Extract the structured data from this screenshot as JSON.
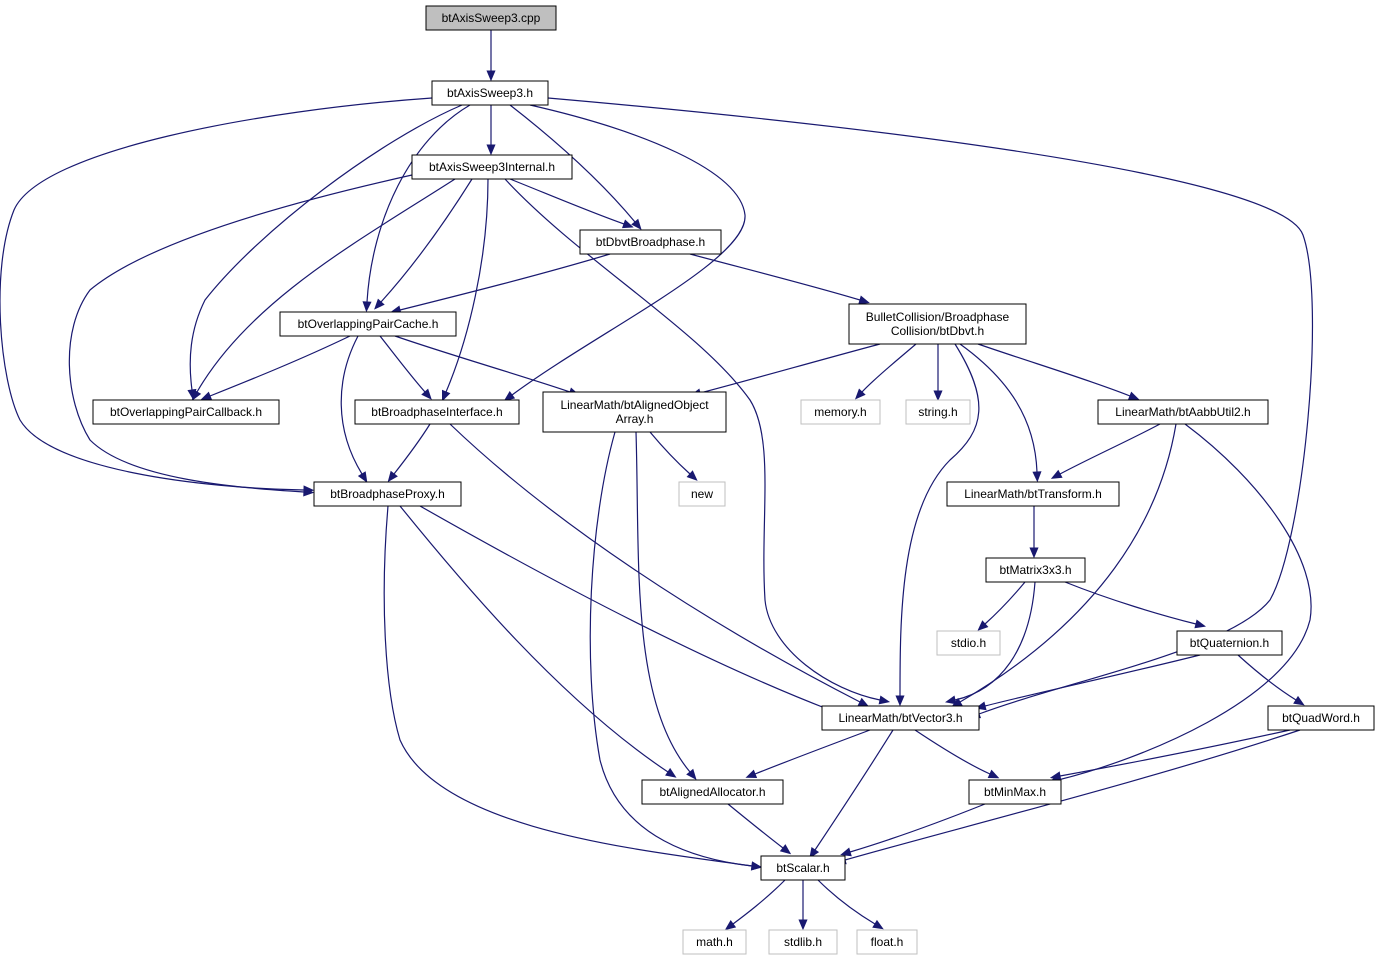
{
  "colors": {
    "edge": "#191970",
    "root_fill": "#bfbfbf",
    "external_border": "#bfbfbf",
    "node_border": "#000000"
  },
  "nodes": [
    {
      "id": "root",
      "lines": [
        "btAxisSweep3.cpp"
      ],
      "kind": "root"
    },
    {
      "id": "sweep3h",
      "lines": [
        "btAxisSweep3.h"
      ],
      "kind": "local"
    },
    {
      "id": "internal",
      "lines": [
        "btAxisSweep3Internal.h"
      ],
      "kind": "local"
    },
    {
      "id": "dbvtbp",
      "lines": [
        "btDbvtBroadphase.h"
      ],
      "kind": "local"
    },
    {
      "id": "opc",
      "lines": [
        "btOverlappingPairCache.h"
      ],
      "kind": "local"
    },
    {
      "id": "dbvt",
      "lines": [
        "BulletCollision/Broadphase",
        "Collision/btDbvt.h"
      ],
      "kind": "local"
    },
    {
      "id": "opcb",
      "lines": [
        "btOverlappingPairCallback.h"
      ],
      "kind": "local"
    },
    {
      "id": "bpi",
      "lines": [
        "btBroadphaseInterface.h"
      ],
      "kind": "local"
    },
    {
      "id": "aoa",
      "lines": [
        "LinearMath/btAlignedObject",
        "Array.h"
      ],
      "kind": "local"
    },
    {
      "id": "memory",
      "lines": [
        "memory.h"
      ],
      "kind": "external"
    },
    {
      "id": "string",
      "lines": [
        "string.h"
      ],
      "kind": "external"
    },
    {
      "id": "aabb",
      "lines": [
        "LinearMath/btAabbUtil2.h"
      ],
      "kind": "local"
    },
    {
      "id": "new",
      "lines": [
        "new"
      ],
      "kind": "external"
    },
    {
      "id": "bpproxy",
      "lines": [
        "btBroadphaseProxy.h"
      ],
      "kind": "local"
    },
    {
      "id": "transform",
      "lines": [
        "LinearMath/btTransform.h"
      ],
      "kind": "local"
    },
    {
      "id": "matrix",
      "lines": [
        "btMatrix3x3.h"
      ],
      "kind": "local"
    },
    {
      "id": "stdio",
      "lines": [
        "stdio.h"
      ],
      "kind": "external"
    },
    {
      "id": "quat",
      "lines": [
        "btQuaternion.h"
      ],
      "kind": "local"
    },
    {
      "id": "vector",
      "lines": [
        "LinearMath/btVector3.h"
      ],
      "kind": "local"
    },
    {
      "id": "quadword",
      "lines": [
        "btQuadWord.h"
      ],
      "kind": "local"
    },
    {
      "id": "alloc",
      "lines": [
        "btAlignedAllocator.h"
      ],
      "kind": "local"
    },
    {
      "id": "minmax",
      "lines": [
        "btMinMax.h"
      ],
      "kind": "local"
    },
    {
      "id": "scalar",
      "lines": [
        "btScalar.h"
      ],
      "kind": "local"
    },
    {
      "id": "math",
      "lines": [
        "math.h"
      ],
      "kind": "external"
    },
    {
      "id": "stdlib",
      "lines": [
        "stdlib.h"
      ],
      "kind": "external"
    },
    {
      "id": "float",
      "lines": [
        "float.h"
      ],
      "kind": "external"
    }
  ],
  "edges": [
    {
      "from": "root",
      "to": "sweep3h"
    },
    {
      "from": "sweep3h",
      "to": "internal"
    },
    {
      "from": "sweep3h",
      "to": "dbvtbp"
    },
    {
      "from": "sweep3h",
      "to": "opc"
    },
    {
      "from": "sweep3h",
      "to": "opcb"
    },
    {
      "from": "sweep3h",
      "to": "bpi"
    },
    {
      "from": "sweep3h",
      "to": "bpproxy"
    },
    {
      "from": "sweep3h",
      "to": "vector"
    },
    {
      "from": "internal",
      "to": "dbvtbp"
    },
    {
      "from": "internal",
      "to": "opc"
    },
    {
      "from": "internal",
      "to": "opcb"
    },
    {
      "from": "internal",
      "to": "bpi"
    },
    {
      "from": "internal",
      "to": "bpproxy"
    },
    {
      "from": "internal",
      "to": "vector"
    },
    {
      "from": "dbvtbp",
      "to": "opc"
    },
    {
      "from": "dbvtbp",
      "to": "dbvt"
    },
    {
      "from": "opc",
      "to": "opcb"
    },
    {
      "from": "opc",
      "to": "bpi"
    },
    {
      "from": "opc",
      "to": "bpproxy"
    },
    {
      "from": "opc",
      "to": "aoa"
    },
    {
      "from": "dbvt",
      "to": "aoa"
    },
    {
      "from": "dbvt",
      "to": "memory"
    },
    {
      "from": "dbvt",
      "to": "string"
    },
    {
      "from": "dbvt",
      "to": "aabb"
    },
    {
      "from": "dbvt",
      "to": "transform"
    },
    {
      "from": "dbvt",
      "to": "vector"
    },
    {
      "from": "bpi",
      "to": "bpproxy"
    },
    {
      "from": "bpi",
      "to": "vector"
    },
    {
      "from": "aoa",
      "to": "new"
    },
    {
      "from": "aoa",
      "to": "alloc"
    },
    {
      "from": "aoa",
      "to": "scalar"
    },
    {
      "from": "aabb",
      "to": "transform"
    },
    {
      "from": "aabb",
      "to": "vector"
    },
    {
      "from": "aabb",
      "to": "minmax"
    },
    {
      "from": "bpproxy",
      "to": "vector"
    },
    {
      "from": "bpproxy",
      "to": "alloc"
    },
    {
      "from": "bpproxy",
      "to": "scalar"
    },
    {
      "from": "transform",
      "to": "matrix"
    },
    {
      "from": "matrix",
      "to": "stdio"
    },
    {
      "from": "matrix",
      "to": "vector"
    },
    {
      "from": "matrix",
      "to": "quat"
    },
    {
      "from": "quat",
      "to": "vector"
    },
    {
      "from": "quat",
      "to": "quadword"
    },
    {
      "from": "vector",
      "to": "alloc"
    },
    {
      "from": "vector",
      "to": "minmax"
    },
    {
      "from": "vector",
      "to": "scalar"
    },
    {
      "from": "quadword",
      "to": "minmax"
    },
    {
      "from": "quadword",
      "to": "scalar"
    },
    {
      "from": "alloc",
      "to": "scalar"
    },
    {
      "from": "minmax",
      "to": "scalar"
    },
    {
      "from": "scalar",
      "to": "math"
    },
    {
      "from": "scalar",
      "to": "stdlib"
    },
    {
      "from": "scalar",
      "to": "float"
    }
  ]
}
